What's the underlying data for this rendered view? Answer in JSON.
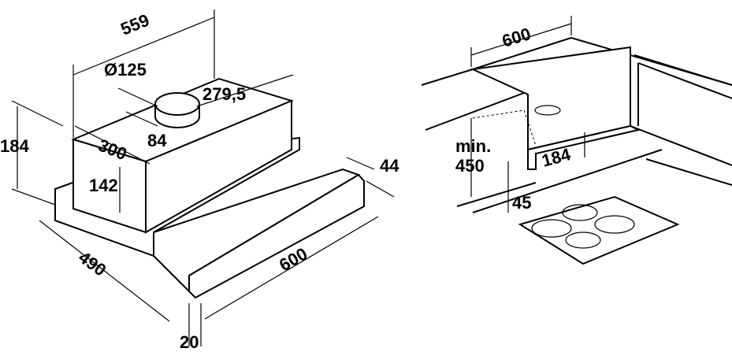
{
  "left_drawing": {
    "width_top": "559",
    "duct_diameter": "Ø125",
    "duct_offset_side": "279,5",
    "depth_top": "300",
    "duct_offset_front": "84",
    "total_height": "184",
    "body_height": "142",
    "visor_height": "44",
    "depth_total": "490",
    "width_total": "600",
    "visor_thickness": "20"
  },
  "right_drawing": {
    "cabinet_width": "600",
    "min_label": "min.",
    "min_distance": "450",
    "hood_height": "184",
    "bottom_offset": "45"
  }
}
